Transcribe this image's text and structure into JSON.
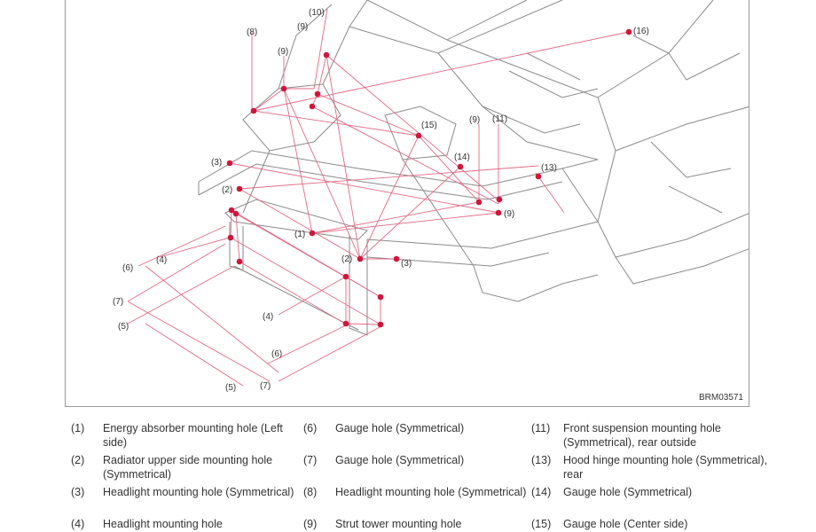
{
  "figure_code": "BRM03571",
  "diagram_labels": [
    "(1)",
    "(2)",
    "(3)",
    "(4)",
    "(5)",
    "(6)",
    "(7)",
    "(8)",
    "(9)",
    "(10)",
    "(11)",
    "(13)",
    "(14)",
    "(15)",
    "(16)"
  ],
  "colors": {
    "point": "#d0163c",
    "line": "#e06a86",
    "body": "#8a8a8a"
  },
  "legend": [
    {
      "num": "(1)",
      "text": "Energy absorber mounting hole (Left side)"
    },
    {
      "num": "(2)",
      "text": "Radiator upper side mounting hole (Symmetrical)"
    },
    {
      "num": "(3)",
      "text": "Headlight mounting hole (Symmetrical)"
    },
    {
      "num": "(4)",
      "text": "Headlight mounting hole"
    },
    {
      "num": "(6)",
      "text": "Gauge hole (Symmetrical)"
    },
    {
      "num": "(7)",
      "text": "Gauge hole (Symmetrical)"
    },
    {
      "num": "(8)",
      "text": "Headlight mounting hole (Symmetrical)"
    },
    {
      "num": "(9)",
      "text": "Strut tower mounting hole"
    },
    {
      "num": "(11)",
      "text": "Front suspension mounting hole (Symmetrical), rear outside"
    },
    {
      "num": "(13)",
      "text": "Hood hinge mounting hole (Symmetrical), rear"
    },
    {
      "num": "(14)",
      "text": "Gauge hole (Symmetrical)"
    },
    {
      "num": "(15)",
      "text": "Gauge hole (Center side)"
    }
  ]
}
